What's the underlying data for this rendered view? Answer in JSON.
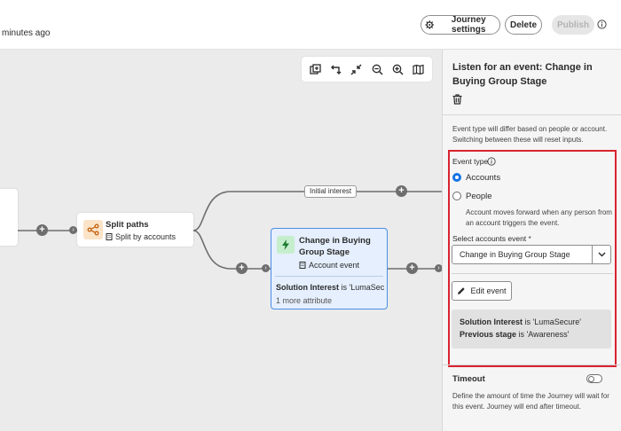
{
  "header": {
    "saved_text": "minutes ago",
    "journey_settings_label": "Journey settings",
    "delete_label": "Delete",
    "publish_label": "Publish"
  },
  "canvas": {
    "split_node": {
      "title": "Split paths",
      "subtitle": "Split by accounts"
    },
    "path_label": "Initial interest",
    "event_node": {
      "title": "Change in Buying Group Stage",
      "subtitle": "Account event",
      "attribute_name": "Solution Interest",
      "attribute_op": " is ",
      "attribute_value": "'LumaSec…",
      "more": "1 more attribute"
    },
    "plus_symbol": "+",
    "chevron_symbol": "›"
  },
  "panel": {
    "title": "Listen for an event: Change in Buying Group Stage",
    "note": "Event type will differ based on people or account. Switching between these will reset inputs.",
    "event_type_label": "Event type",
    "options": [
      {
        "label": "Accounts",
        "selected": true
      },
      {
        "label": "People",
        "selected": false
      }
    ],
    "help_text": "Account moves forward when any person from an account triggers the event.",
    "select_label": "Select accounts event",
    "required_mark": "*",
    "select_value": "Change in Buying Group Stage",
    "edit_event_label": "Edit event",
    "conditions": [
      {
        "field": "Solution Interest",
        "op": " is ",
        "value": "'LumaSecure'"
      },
      {
        "field": "Previous stage",
        "op": " is ",
        "value": "'Awareness'"
      }
    ],
    "timeout_title": "Timeout",
    "timeout_desc": "Define the amount of time the Journey will wait for this event. Journey will end after timeout."
  },
  "colors": {
    "accent": "#1473e6",
    "highlight_border": "#d9232e",
    "event_node_bg": "#e5effd",
    "event_icon_bg": "#c6eecd",
    "split_icon_bg": "#fbe3c8"
  }
}
